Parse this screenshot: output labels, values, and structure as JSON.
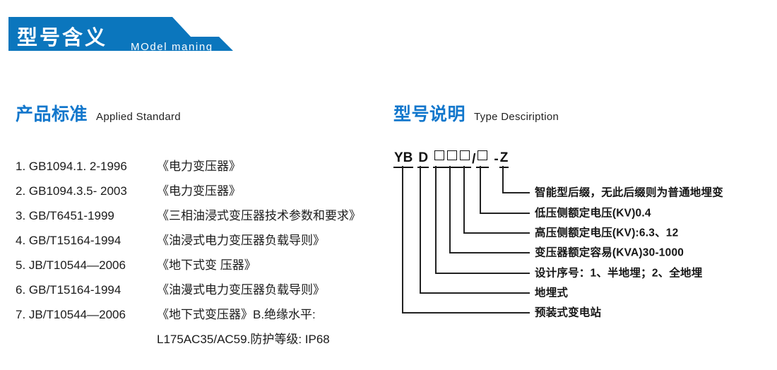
{
  "banner": {
    "title": "型号含义",
    "subtitle": "MOdel maning",
    "accent_color": "#0b76bd"
  },
  "sections": {
    "applied_standard": {
      "cn": "产品标准",
      "en": "Applied Standard",
      "heading_color": "#1277cc"
    },
    "type_description": {
      "cn": "型号说明",
      "en": "Type Desciription",
      "heading_color": "#1277cc"
    }
  },
  "standards": [
    {
      "code": "1. GB1094.1. 2-1996",
      "name": "《电力变压器》"
    },
    {
      "code": "2. GB1094.3.5- 2003",
      "name": "《电力变压器》"
    },
    {
      "code": "3. GB/T6451-1999",
      "name": "《三相油浸式变压器技术参数和要求》"
    },
    {
      "code": "4. GB/T15164-1994",
      "name": "《油浸式电力变压器负载导则》"
    },
    {
      "code": "5. JB/T10544—2006",
      "name": "《地下式变 压器》"
    },
    {
      "code": "6. GB/T15164-1994",
      "name": "《油漫式电力变压器负载导则》"
    },
    {
      "code": "7. JB/T10544—2006",
      "name": "《地下式变压器》B.绝缘水平:"
    }
  ],
  "standards_continuation": "L175AC35/AC59.防护等级: IP68",
  "model_code": {
    "segments": [
      "YB",
      "D",
      "□",
      "□",
      "□",
      "/",
      "□",
      "-",
      "Z"
    ],
    "full": "YB D □□□/□ -Z"
  },
  "legend": [
    {
      "text": "智能型后缀，无此后缀则为普通地埋变"
    },
    {
      "text": "低压侧额定电压(KV)0.4"
    },
    {
      "text": "高压侧额定电压(KV):6.3、12"
    },
    {
      "text": "变压器额定容易(KVA)30-1000"
    },
    {
      "text": "设计序号：1、半地埋；2、全地埋"
    },
    {
      "text": "地埋式"
    },
    {
      "text": "预装式变电站"
    }
  ]
}
